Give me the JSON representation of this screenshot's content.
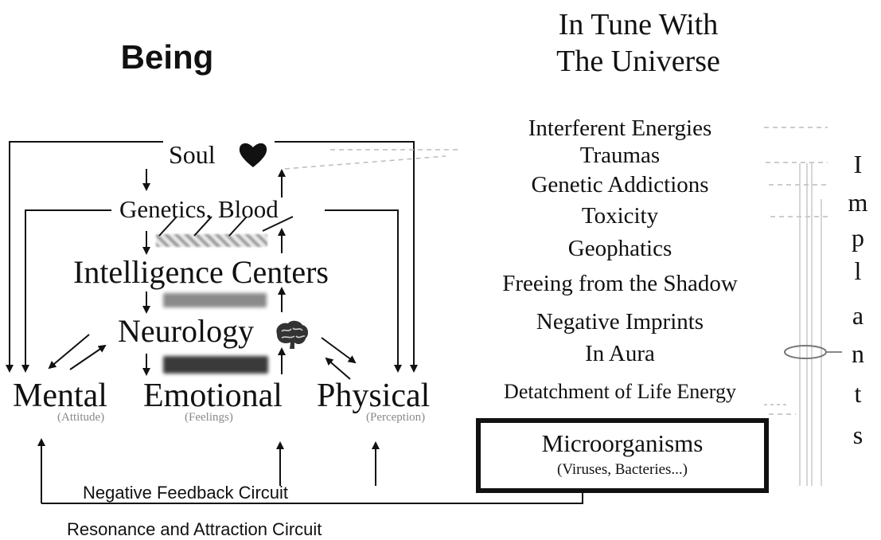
{
  "left_panel": {
    "title": "Being",
    "levels": {
      "soul": "Soul",
      "genetics": "Genetics, Blood",
      "intelligence": "Intelligence Centers",
      "neurology": "Neurology",
      "mental": "Mental",
      "emotional": "Emotional",
      "physical": "Physical",
      "mental_sub": "(Attitude)",
      "emotional_sub": "(Feelings)",
      "physical_sub": "(Perception)"
    },
    "circuits": {
      "negative_feedback": "Negative Feedback Circuit",
      "resonance": "Resonance and Attraction Circuit"
    },
    "icons": [
      "heart-icon",
      "brain-icon"
    ],
    "heart_color": "#111111"
  },
  "right_panel": {
    "title_line1": "In Tune With",
    "title_line2": "The Universe",
    "interferences": [
      "Interferent Energies",
      "Traumas",
      "Genetic Addictions",
      "Toxicity",
      "Geophatics",
      "Freeing from the Shadow",
      "Negative Imprints",
      "In Aura",
      "Detatchment of Life Energy"
    ],
    "highlight_box": {
      "title": "Microorganisms",
      "subtitle": "(Viruses, Bacteries...)"
    },
    "vertical_word_letters": [
      "I",
      "m",
      "p",
      "l",
      "a",
      "n",
      "t",
      "s"
    ]
  }
}
